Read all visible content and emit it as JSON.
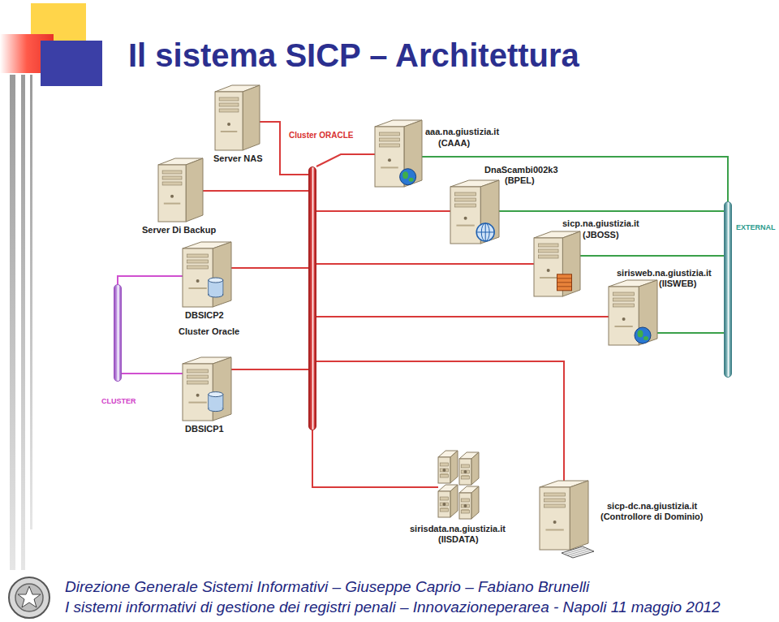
{
  "diagram": {
    "title": "Il sistema SICP – Architettura",
    "caption": "Direzione Generale Sistemi Informativi – Giuseppe Caprio – Fabiano Brunelli",
    "nodes": [
      {
        "text": [
          "Server NAS"
        ]
      },
      {
        "text": [
          "aaa.na.giustizia.it",
          "(CAAA)"
        ]
      },
      {
        "text": [
          "Cluster ORACLE"
        ]
      },
      {
        "text": [
          "DnaScambi002k3",
          "(BPEL)"
        ]
      },
      {
        "text": [
          "Server Di Backup"
        ]
      },
      {
        "text": [
          "EXTERNAL"
        ]
      },
      {
        "text": [
          "sicp.na.giustizia.it",
          "(JBOSS)"
        ]
      },
      {
        "text": [
          "sirisweb.na.giustizia.it",
          "(IISWEB)"
        ]
      },
      {
        "text": [
          "DBSICP2",
          "Cluster Oracle"
        ]
      },
      {
        "text": [
          "CLUSTER"
        ]
      },
      {
        "text": [
          "DBSICP1"
        ]
      },
      {
        "text": [
          "sirisdata.na.giustizia.it",
          "(IISDATA)"
        ]
      },
      {
        "text": [
          "sicp-dc.na.giustizia.it",
          "(Controllore di Dominio)"
        ]
      }
    ],
    "edges": [
      {
        "from": 2,
        "to": 0,
        "arrow": "none"
      },
      {
        "from": 2,
        "to": 4,
        "arrow": "none"
      },
      {
        "from": 2,
        "to": 8,
        "arrow": "none"
      },
      {
        "from": 2,
        "to": 10,
        "arrow": "none"
      },
      {
        "from": 2,
        "to": 1,
        "arrow": "none"
      },
      {
        "from": 2,
        "to": 3,
        "arrow": "none"
      },
      {
        "from": 2,
        "to": 6,
        "arrow": "none"
      },
      {
        "from": 2,
        "to": 7,
        "arrow": "none"
      },
      {
        "from": 2,
        "to": 12,
        "arrow": "none"
      },
      {
        "from": 2,
        "to": 11,
        "arrow": "none"
      },
      {
        "from": 5,
        "to": 1,
        "arrow": "none"
      },
      {
        "from": 5,
        "to": 3,
        "arrow": "none"
      },
      {
        "from": 5,
        "to": 6,
        "arrow": "none"
      },
      {
        "from": 5,
        "to": 7,
        "arrow": "none"
      },
      {
        "from": 9,
        "to": 8,
        "arrow": "none"
      },
      {
        "from": 9,
        "to": 10,
        "arrow": "none"
      }
    ],
    "labels": [
      "I sistemi informativi di gestione dei registri penali – Innovazioneperarea - Napoli 11 maggio 2012"
    ]
  }
}
